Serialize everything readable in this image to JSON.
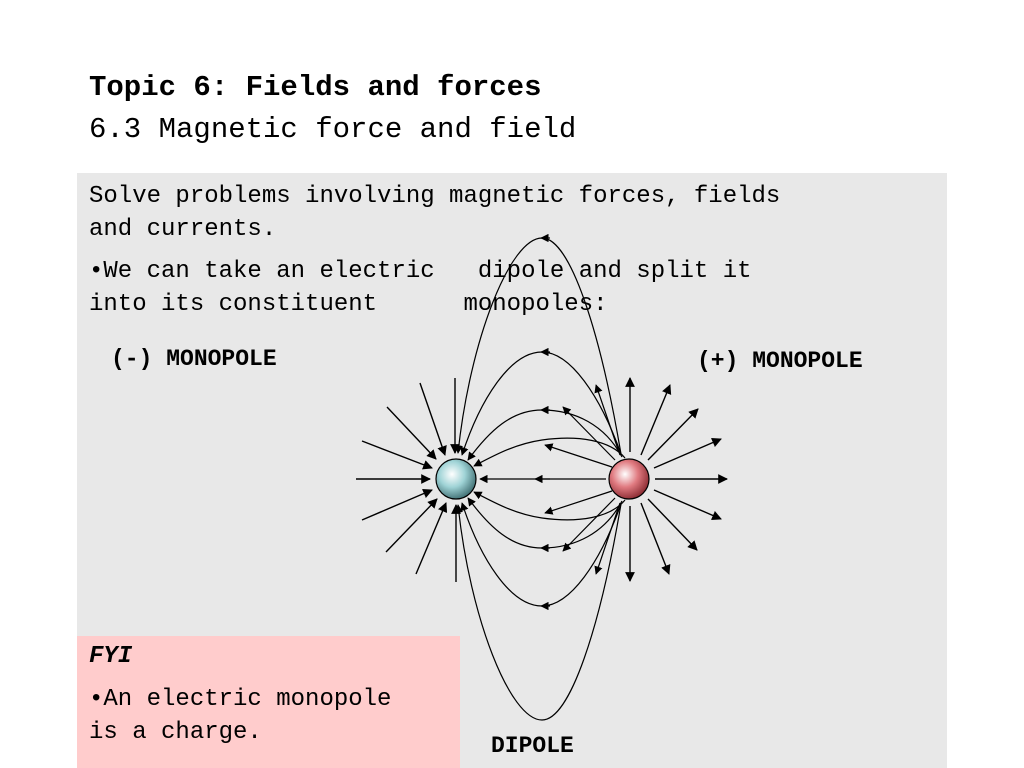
{
  "title": "Topic 6: Fields and forces",
  "subtitle": "6.3 Magnetic force and field",
  "intro": "Solve problems involving magnetic forces, fields\nand currents.",
  "bullet": {
    "line1_left": "•We can take an electric",
    "line1_right": "dipole and split it",
    "line2_left": "into its constituent",
    "line2_right": "monopoles:"
  },
  "labels": {
    "negative_monopole": "(-) MONOPOLE",
    "positive_monopole": "(+) MONOPOLE",
    "dipole": "DIPOLE"
  },
  "fyi": {
    "title": "FYI",
    "text": "•An electric monopole\nis a charge."
  },
  "colors": {
    "content_bg": "#e8e8e8",
    "fyi_bg": "#ffcccc",
    "negative_charge": "#9fd3d6",
    "positive_charge": "#e07a80"
  }
}
